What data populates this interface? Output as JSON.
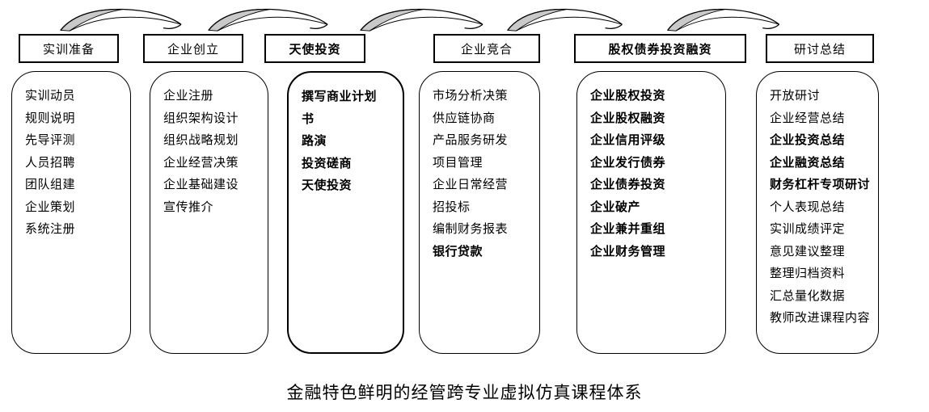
{
  "figure": {
    "caption": "金融特色鲜明的经管跨专业虚拟仿真课程体系",
    "colors": {
      "arrow_fill": "#c9c9c9",
      "line": "#000000",
      "background": "#ffffff"
    },
    "stages": [
      {
        "header": "实训准备",
        "header_bold": false,
        "items": [
          {
            "text": "实训动员",
            "bold": false
          },
          {
            "text": "规则说明",
            "bold": false
          },
          {
            "text": "先导评测",
            "bold": false
          },
          {
            "text": "人员招聘",
            "bold": false
          },
          {
            "text": "团队组建",
            "bold": false
          },
          {
            "text": "企业策划",
            "bold": false
          },
          {
            "text": "系统注册",
            "bold": false
          }
        ]
      },
      {
        "header": "企业创立",
        "header_bold": false,
        "items": [
          {
            "text": "企业注册",
            "bold": false
          },
          {
            "text": "组织架构设计",
            "bold": false
          },
          {
            "text": "组织战略规划",
            "bold": false
          },
          {
            "text": "企业经营决策",
            "bold": false
          },
          {
            "text": "企业基础建设",
            "bold": false
          },
          {
            "text": "宣传推介",
            "bold": false
          }
        ]
      },
      {
        "header": "天使投资",
        "header_bold": true,
        "items": [
          {
            "text": "撰写商业计划书",
            "bold": true
          },
          {
            "text": "路演",
            "bold": true
          },
          {
            "text": "投资磋商",
            "bold": true
          },
          {
            "text": "天使投资",
            "bold": true
          }
        ]
      },
      {
        "header": "企业竞合",
        "header_bold": false,
        "items": [
          {
            "text": "市场分析决策",
            "bold": false
          },
          {
            "text": "供应链协商",
            "bold": false
          },
          {
            "text": "产品服务研发",
            "bold": false
          },
          {
            "text": "项目管理",
            "bold": false
          },
          {
            "text": "企业日常经营",
            "bold": false
          },
          {
            "text": "招投标",
            "bold": false
          },
          {
            "text": "编制财务报表",
            "bold": false
          },
          {
            "text": "银行贷款",
            "bold": true
          }
        ]
      },
      {
        "header": "股权债券投资融资",
        "header_bold": true,
        "items": [
          {
            "text": "企业股权投资",
            "bold": true
          },
          {
            "text": "企业股权融资",
            "bold": true
          },
          {
            "text": "企业信用评级",
            "bold": true
          },
          {
            "text": "企业发行债券",
            "bold": true
          },
          {
            "text": "企业债券投资",
            "bold": true
          },
          {
            "text": "企业破产",
            "bold": true
          },
          {
            "text": "企业兼并重组",
            "bold": true
          },
          {
            "text": "企业财务管理",
            "bold": true
          }
        ]
      },
      {
        "header": "研讨总结",
        "header_bold": false,
        "items": [
          {
            "text": "开放研讨",
            "bold": false
          },
          {
            "text": "企业经营总结",
            "bold": false
          },
          {
            "text": "企业投资总结",
            "bold": true
          },
          {
            "text": "企业融资总结",
            "bold": true
          },
          {
            "text": "财务杠杆专项研讨",
            "bold": true
          },
          {
            "text": "个人表现总结",
            "bold": false
          },
          {
            "text": "实训成绩评定",
            "bold": false
          },
          {
            "text": "意见建议整理",
            "bold": false
          },
          {
            "text": "整理归档资料",
            "bold": false
          },
          {
            "text": "汇总量化数据",
            "bold": false
          },
          {
            "text": "教师改进课程内容",
            "bold": false
          }
        ]
      }
    ]
  }
}
